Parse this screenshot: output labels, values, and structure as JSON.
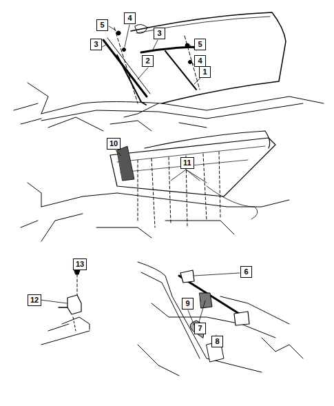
{
  "diagram": {
    "labels": [
      "5",
      "4",
      "3",
      "3",
      "5",
      "2",
      "4",
      "1",
      "10",
      "11",
      "13",
      "12",
      "6",
      "9",
      "7",
      "8"
    ]
  }
}
